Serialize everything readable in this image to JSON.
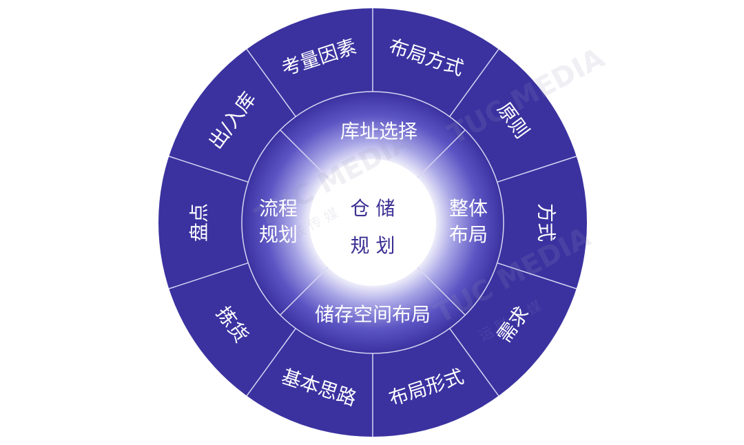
{
  "center": {
    "lines": [
      "仓 储",
      "规 划"
    ]
  },
  "middle_ring": [
    {
      "label": "库址选择"
    },
    {
      "label_lines": [
        "整体",
        "布局"
      ]
    },
    {
      "label": "储存空间布局"
    },
    {
      "label_lines": [
        "流程",
        "规划"
      ]
    }
  ],
  "outer_ring": [
    {
      "label": "布局方式"
    },
    {
      "label": "原则"
    },
    {
      "label": "方式"
    },
    {
      "label": "需求"
    },
    {
      "label": "布局形式"
    },
    {
      "label": "基本思路"
    },
    {
      "label": "拣货"
    },
    {
      "label": "盘点"
    },
    {
      "label": "出/入库"
    },
    {
      "label": "考量因素"
    }
  ],
  "watermark": {
    "brand": "TUC MEDIA",
    "sub": "运 联 传 媒"
  },
  "colors": {
    "ring": "#3b32a0",
    "ring_divider": "#d9d6f3",
    "center_text": "#3b2f93",
    "gradient_inner": "#ffffff"
  }
}
